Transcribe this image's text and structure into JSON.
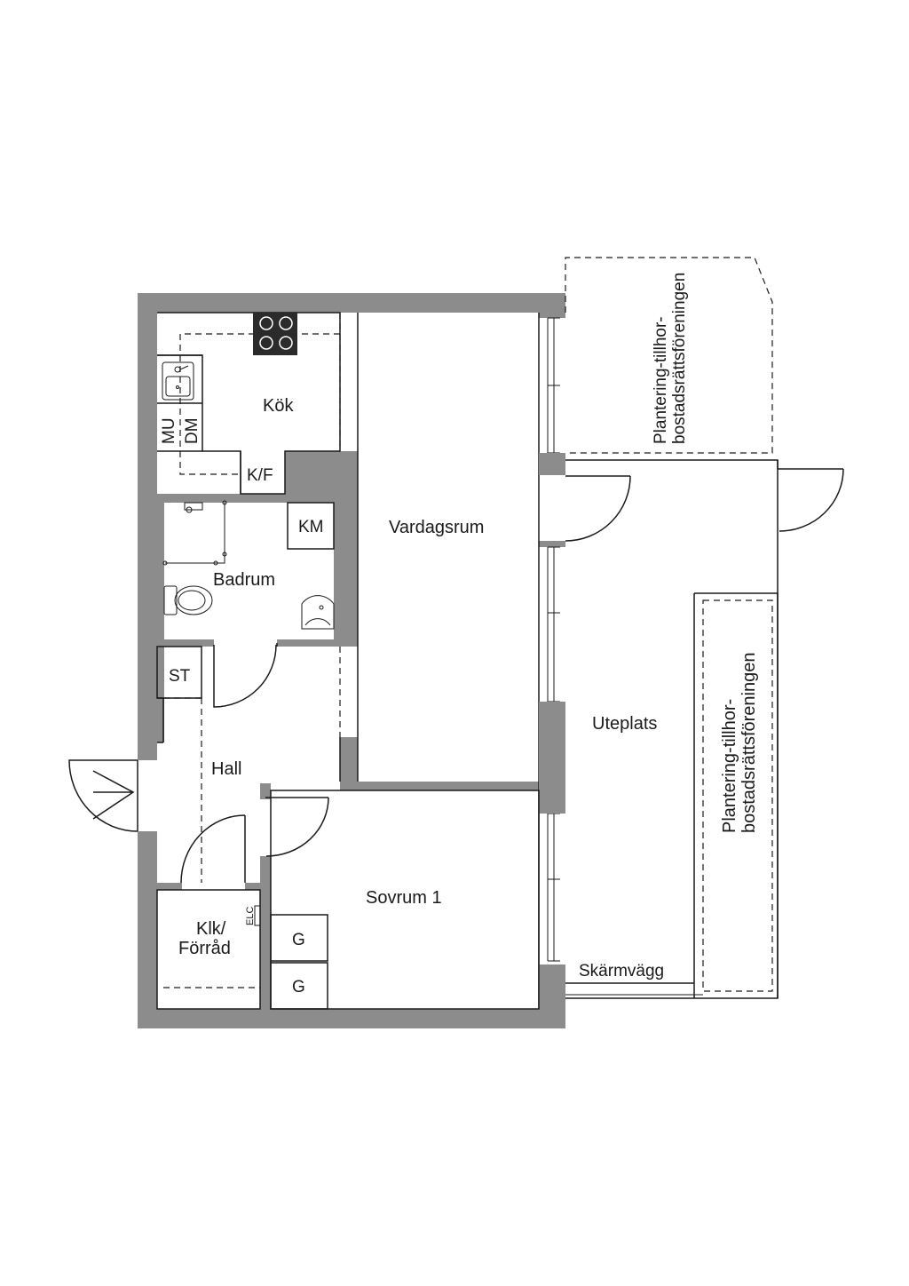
{
  "rooms": {
    "kok": "Kök",
    "vardagsrum": "Vardagsrum",
    "badrum": "Badrum",
    "hall": "Hall",
    "sovrum": "Sovrum 1",
    "forrad_line1": "Klk/",
    "forrad_line2": "Förråd",
    "uteplats": "Uteplats",
    "skarmvagg": "Skärmvägg"
  },
  "fixtures": {
    "mu": "MU",
    "dm": "DM",
    "kf": "K/F",
    "km": "KM",
    "st": "ST",
    "elc": "ELC",
    "g1": "G",
    "g2": "G"
  },
  "planting": {
    "top_line1": "Plantering-tillhor-",
    "top_line2": "bostadsrättsföreningen",
    "right_line1": "Plantering-tillhor-",
    "right_line2": "bostadsrättsföreningen"
  },
  "colors": {
    "wall": "#8c8c8c",
    "line": "#1a1a1a",
    "stove": "#2b2b2b"
  }
}
